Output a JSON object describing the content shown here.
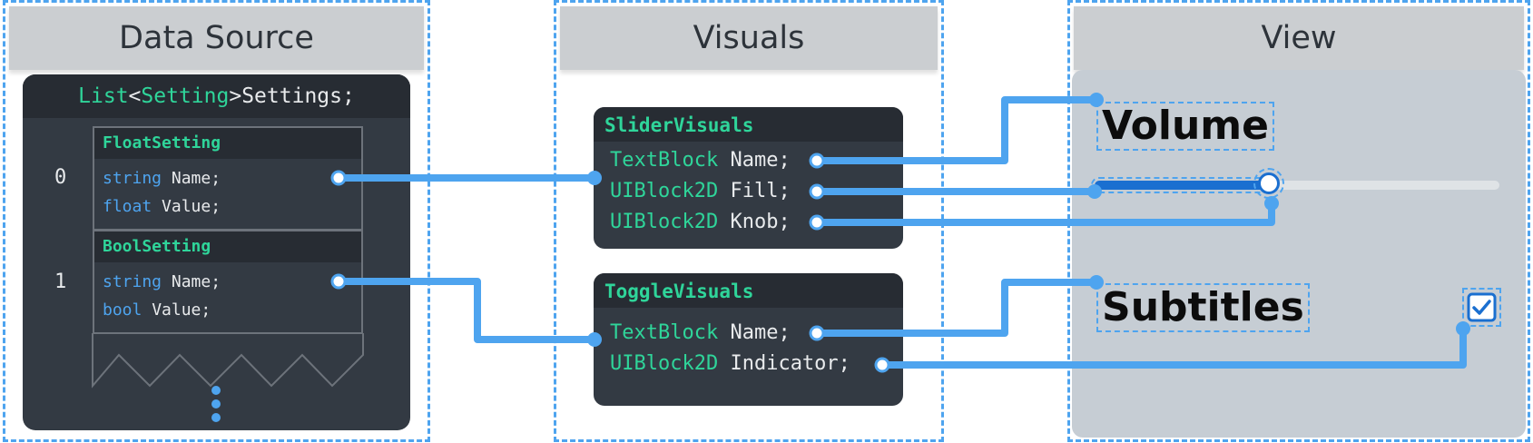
{
  "columns": {
    "data_source": "Data Source",
    "visuals": "Visuals",
    "view": "View"
  },
  "data_source": {
    "header": {
      "type_outer": "List",
      "lt": "<",
      "type_inner": "Setting",
      "gt": ">",
      "rest": " Settings;"
    },
    "items": [
      {
        "index": "0",
        "class_name": "FloatSetting",
        "fields": [
          {
            "type": "string",
            "name": " Name;"
          },
          {
            "type": "float",
            "name": " Value;"
          }
        ]
      },
      {
        "index": "1",
        "class_name": "BoolSetting",
        "fields": [
          {
            "type": "string",
            "name": " Name;"
          },
          {
            "type": "bool",
            "name": " Value;"
          }
        ]
      }
    ]
  },
  "visuals": [
    {
      "class_name": "SliderVisuals",
      "fields": [
        {
          "type": "TextBlock",
          "name": " Name;"
        },
        {
          "type": "UIBlock2D",
          "name": " Fill;"
        },
        {
          "type": "UIBlock2D",
          "name": " Knob;"
        }
      ]
    },
    {
      "class_name": "ToggleVisuals",
      "fields": [
        {
          "type": "TextBlock",
          "name": " Name;"
        },
        {
          "type": "UIBlock2D",
          "name": " Indicator;"
        }
      ]
    }
  ],
  "view": {
    "slider_label": "Volume",
    "slider_fill_fraction": 0.43,
    "toggle_label": "Subtitles",
    "toggle_checked": true
  },
  "colors": {
    "wire": "#4ea4ef",
    "code_keyword": "#2fd59a",
    "code_type": "#4ea4ef",
    "panel": "#333a43",
    "slider_fill": "#1a6fd0"
  }
}
